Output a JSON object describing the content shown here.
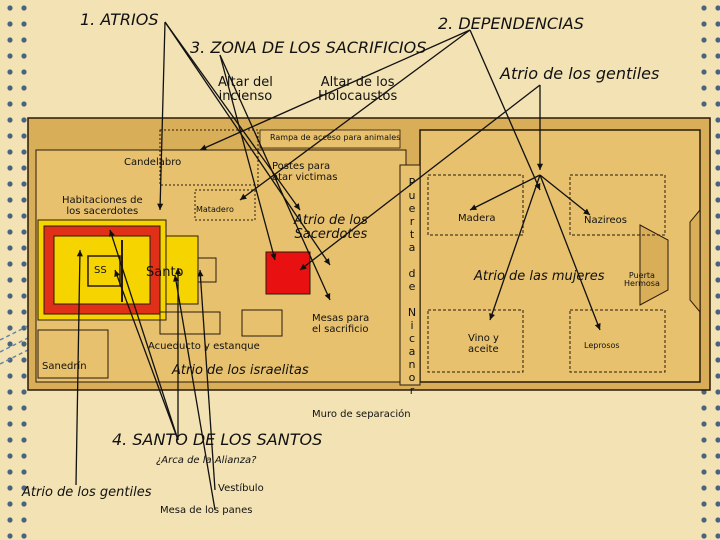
{
  "headings": {
    "atrios": "1.  ATRIOS",
    "dependencias": "2. DEPENDENCIAS",
    "zona_sacrificios": "3.  ZONA DE LOS SACRIFICIOS",
    "santo_santos": "4.  SANTO DE LOS SANTOS"
  },
  "labels": {
    "atrio_gentiles_top": "Atrio de los gentiles",
    "altar_incienso": "Altar del\nincienso",
    "altar_holocaustos": "Altar de los\nHolocaustos",
    "rampa": "Rampa de acceso para animales",
    "candelabro": "Candelabro",
    "postes": "Postes para\natar victimas",
    "habitaciones": "Habitaciones de\nlos sacerdotes",
    "matadero": "Matadero",
    "atrio_sacerdotes": "Atrio de los\nSacerdotes",
    "ss": "SS",
    "santo": "Santo",
    "mesas": "Mesas para\nel sacrificio",
    "acueducto": "Acueducto y estanque",
    "sanedrin": "Sanedrín",
    "atrio_israelitas": "Atrio de los israelitas",
    "muro": "Muro de separación",
    "madera": "Madera",
    "nazireos": "Nazireos",
    "atrio_mujeres": "Atrio de las mujeres",
    "puerta_hermosa": "Puerta\nHermosa",
    "vino": "Vino y\naceite",
    "leprosos": "Leprosos",
    "arca": "¿Arca de la Alianza?",
    "atrio_gentiles_bottom": "Atrio de los gentiles",
    "vestibulo": "Vestíbulo",
    "mesa_panes": "Mesa de los panes"
  },
  "puerta_nicanor": [
    "P",
    "u",
    "e",
    "r",
    "t",
    "a",
    "",
    "d",
    "e",
    "",
    "N",
    "i",
    "c",
    "a",
    "n",
    "o",
    "r"
  ],
  "colors": {
    "background": "#f2e2b4",
    "wall": "#d8ae58",
    "court": "#e7c16d",
    "outline": "#2a1a0a",
    "holy_red": "#e03018",
    "holy_yellow": "#f6d400",
    "altar_red": "#e81010",
    "dots": "#4a6480"
  }
}
